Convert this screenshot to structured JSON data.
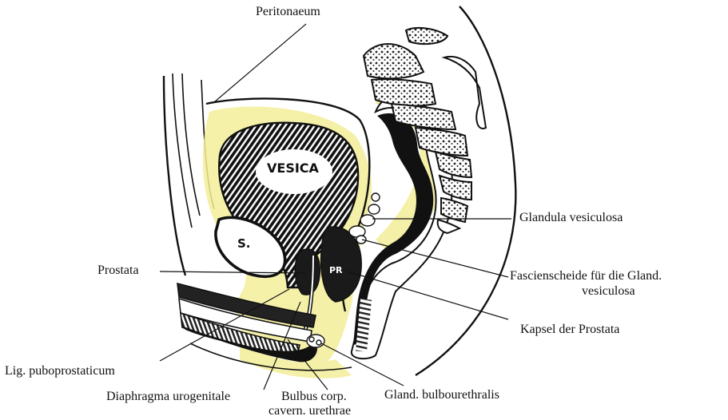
{
  "labels": {
    "peritonaeum": "Peritonaeum",
    "glandula_vesiculosa": "Glandula vesiculosa",
    "prostata": "Prostata",
    "fascienscheide_1": "Fascienscheide für die Gland.",
    "fascienscheide_2": "vesiculosa",
    "kapsel": "Kapsel der Prostata",
    "lig_puboprostaticum": "Lig. puboprostaticum",
    "diaphragma": "Diaphragma urogenitale",
    "bulbus_1": "Bulbus corp.",
    "bulbus_2": "cavern. urethrae",
    "gland_bulbourethralis": "Gland. bulbourethralis"
  },
  "organ_labels": {
    "vesica": "VESICA",
    "symphysis": "S.",
    "prostata_abbr": "PR"
  },
  "colors": {
    "fascia": "#f3ee9a",
    "ink": "#111111",
    "paper": "#ffffff"
  }
}
